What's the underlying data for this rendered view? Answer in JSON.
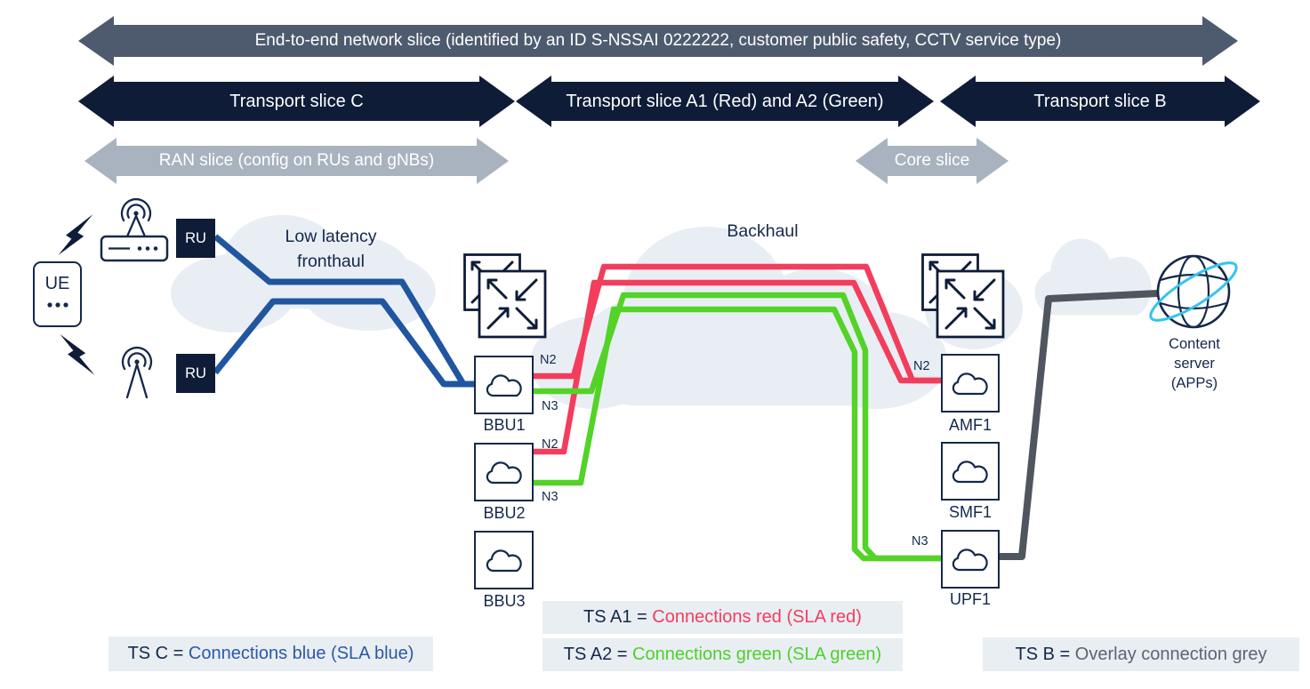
{
  "title_banner": {
    "label": "End-to-end network slice (identified by an ID S-NSSAI 0222222, customer public safety, CCTV service type)"
  },
  "slice_arrows": {
    "transport_c": "Transport slice C",
    "transport_a": "Transport slice A1 (Red) and A2 (Green)",
    "transport_b": "Transport slice B",
    "ran": "RAN slice (config on RUs and gNBs)",
    "core": "Core slice"
  },
  "clouds": {
    "fronthaul_line1": "Low latency",
    "fronthaul_line2": "fronthaul",
    "backhaul": "Backhaul"
  },
  "nodes": {
    "ue": "UE",
    "ru_top": "RU",
    "ru_bottom": "RU",
    "bbu1": "BBU1",
    "bbu2": "BBU2",
    "bbu3": "BBU3",
    "amf1": "AMF1",
    "smf1": "SMF1",
    "upf1": "UPF1",
    "content_server": {
      "line1": "Content",
      "line2": "server",
      "line3": "(APPs)"
    }
  },
  "interface_labels": {
    "bbu1_n2": "N2",
    "bbu1_n3": "N3",
    "bbu2_n2": "N2",
    "bbu2_n3": "N3",
    "amf1_n2": "N2",
    "upf1_n3": "N3"
  },
  "legend": {
    "ts_c": {
      "prefix": "TS C = ",
      "value": "Connections blue (SLA blue)"
    },
    "ts_a1": {
      "prefix": "TS A1 = ",
      "value": "Connections red (SLA red)"
    },
    "ts_a2": {
      "prefix": "TS A2 = ",
      "value": "Connections green (SLA green)"
    },
    "ts_b": {
      "prefix": "TS B = ",
      "value": "Overlay connection grey"
    }
  },
  "colors": {
    "navy": "#0e1c38",
    "slate_banner": "#4e5b6e",
    "light_gray_arrow": "#a9b3bf",
    "cloud_fill": "#e9eef4",
    "legend_bg": "#e9eef3",
    "blue_line": "#2055a0",
    "red_line": "#f23e5c",
    "green_line": "#53d327",
    "grey_line": "#50565f",
    "cyan_ring": "#35c3ee"
  }
}
